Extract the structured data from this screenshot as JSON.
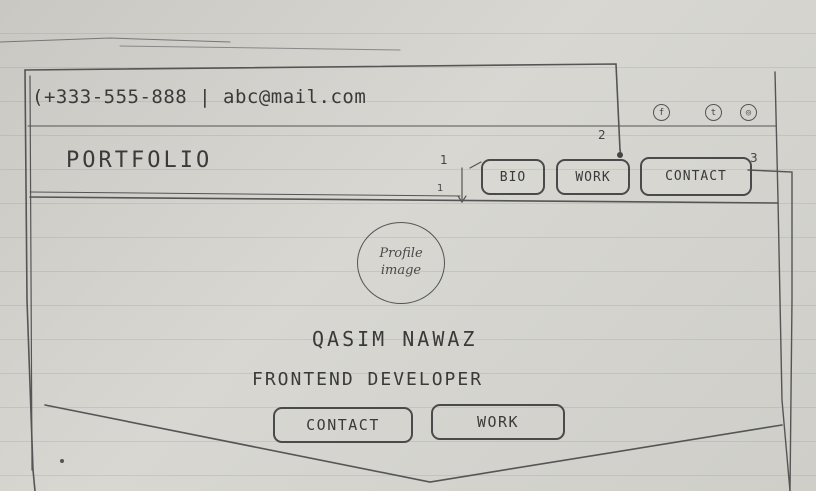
{
  "top_bar": {
    "contact_info": "(+333-555-888 | abc@mail.com"
  },
  "social_icons": [
    {
      "icon": "facebook-icon",
      "glyph": "f"
    },
    {
      "icon": "twitter-icon",
      "glyph": "t"
    },
    {
      "icon": "instagram-icon",
      "glyph": "◎"
    }
  ],
  "header": {
    "logo": "PORTFOLIO"
  },
  "nav": {
    "bio": "BIO",
    "work": "WORK",
    "contact": "CONTACT"
  },
  "annotations": {
    "a1": "1",
    "a1b": "1",
    "a2": "2",
    "a3": "3"
  },
  "hero": {
    "profile_line1": "Profile",
    "profile_line2": "image",
    "name": "QASIM NAWAZ",
    "role": "FRONTEND DEVELOPER",
    "contact_button": "CONTACT",
    "work_button": "WORK"
  }
}
